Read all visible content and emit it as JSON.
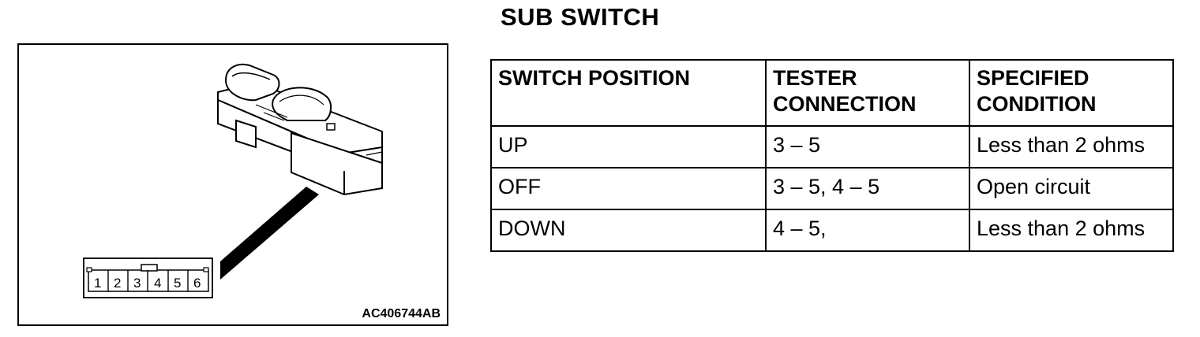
{
  "title": "SUB SWITCH",
  "figure": {
    "code": "AC406744AB",
    "pins": [
      "1",
      "2",
      "3",
      "4",
      "5",
      "6"
    ]
  },
  "table": {
    "headers": [
      [
        "SWITCH POSITION"
      ],
      [
        "TESTER",
        "CONNECTION"
      ],
      [
        "SPECIFIED",
        "CONDITION"
      ]
    ],
    "rows": [
      [
        "UP",
        "3 – 5",
        "Less than 2 ohms"
      ],
      [
        "OFF",
        "3 – 5, 4 – 5",
        "Open circuit"
      ],
      [
        "DOWN",
        "4 – 5,",
        "Less than 2 ohms"
      ]
    ]
  }
}
